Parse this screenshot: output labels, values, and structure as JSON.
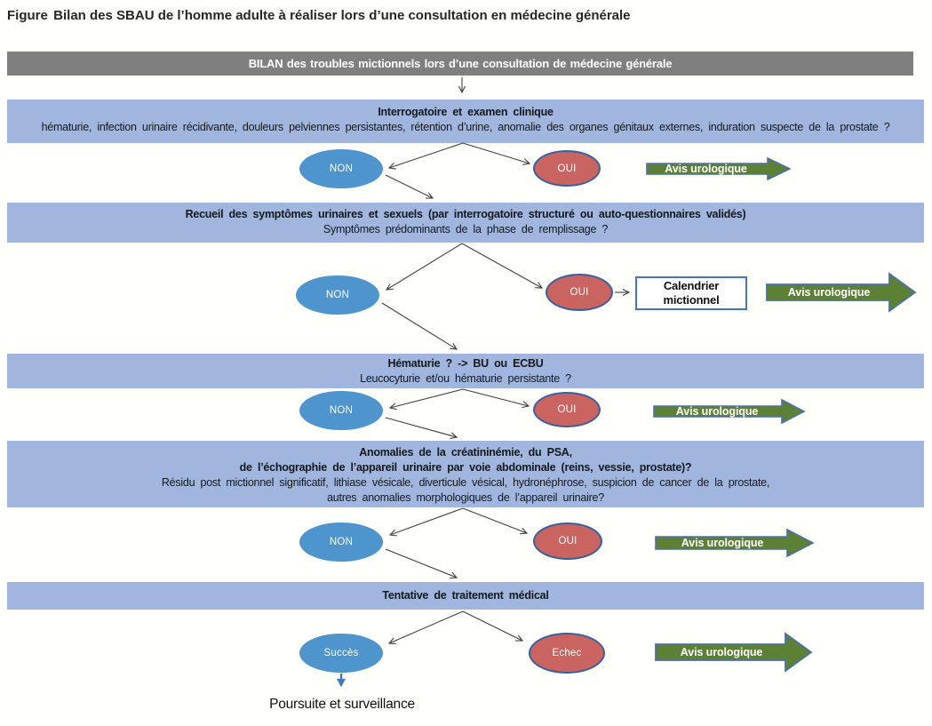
{
  "figure": {
    "label": "Figure",
    "title": "Bilan des SBAU de l’homme adulte à réaliser lors d’une consultation en médecine générale"
  },
  "header": {
    "title": "BILAN des troubles mictionnels lors d’une consultation de médecine générale"
  },
  "steps": [
    {
      "bold1": "Interrogatoire et examen clinique",
      "sub1": "hématurie, infection urinaire récidivante, douleurs pelviennes persistantes, rétention d’urine, anomalie des organes génitaux externes, induration suspecte de la prostate ?"
    },
    {
      "bold1": "Recueil des symptômes urinaires et sexuels (par interrogatoire structuré ou auto-questionnaires validés)",
      "sub1": "Symptômes prédominants de la phase de remplissage ?"
    },
    {
      "bold1": "Hématurie ? -> BU ou ECBU",
      "sub1": "Leucocyturie et/ou hématurie persistante ?"
    },
    {
      "bold1": "Anomalies de la créatininémie, du PSA,",
      "bold2": "de l’échographie de l’appareil urinaire par voie abdominale (reins, vessie, prostate)?",
      "sub1": "Résidu post mictionnel significatif, lithiase vésicale, diverticule vésical, hydronéphrose, suspicion de cancer de la prostate,",
      "sub2": "autres anomalies morphologiques de l’appareil urinaire?"
    },
    {
      "bold1": "Tentative de traitement médical"
    }
  ],
  "decisions": [
    {
      "no": "NON",
      "yes": "OUI",
      "arrow": "Avis urologique"
    },
    {
      "no": "NON",
      "yes": "OUI",
      "arrow": "Avis urologique"
    },
    {
      "no": "NON",
      "yes": "OUI",
      "arrow": "Avis urologique"
    },
    {
      "no": "NON",
      "yes": "OUI",
      "arrow": "Avis urologique"
    },
    {
      "no": "Succès",
      "yes": "Echec",
      "arrow": "Avis urologique"
    }
  ],
  "calendar_box": {
    "line1": "Calendrier",
    "line2": "mictionnel"
  },
  "outcome": {
    "label": "Poursuite et surveillance"
  },
  "colors": {
    "bar_blue": "#a0b6df",
    "header_gray": "#7f7f7f",
    "ellipse_no_fill": "#4e95ce",
    "ellipse_yes_fill": "#c96461",
    "ellipse_yes_border": "#3a5fa0",
    "arrow_green_fill": "#5c8034",
    "arrow_border_blue": "#4c70a8",
    "calendar_box_border": "#4472c4",
    "success_down_arrow": "#4472c4"
  }
}
